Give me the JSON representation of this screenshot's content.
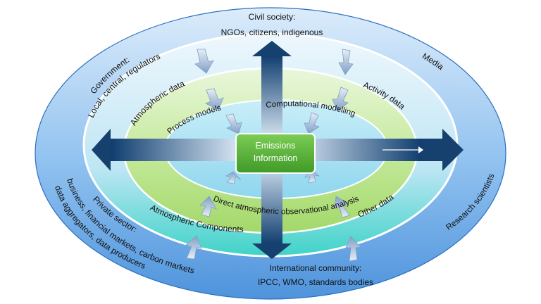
{
  "center": {
    "line1": "Emissions",
    "line2": "Information"
  },
  "stakeholders": {
    "civil_society": {
      "line1": "Civil society:",
      "line2": "NGOs, citizens, indigenous"
    },
    "media": "Media",
    "government": {
      "line1": "Government:",
      "line2": "Local, central, regulators"
    },
    "research_scientists": "Research scientists",
    "private_sector": {
      "line1": "Private sector:",
      "line2": "business, financial markets, carbon markets",
      "line3": "data aggregators, data producers"
    },
    "international": {
      "line1": "International community:",
      "line2": "IPCC, WMO, standards bodies"
    }
  },
  "data_ring": {
    "atmospheric_data": "Atmospheric data",
    "activity_data": "Activity data",
    "atmospheric_components": "Atmospheric Components",
    "other_data": "Other data"
  },
  "analysis_ring": {
    "process_models": "Process models",
    "computational_modelling": "Computational modelling",
    "direct_analysis": "Direct atmospheric observational analysis"
  },
  "colors": {
    "outer_ring": "#6aa8e4",
    "data_ring": "#d6ecfa",
    "analysis_ring": "#bfe69a",
    "inner_core": "#a8dff0",
    "center_box": "#5fb53f",
    "arrows": "#16406e"
  }
}
